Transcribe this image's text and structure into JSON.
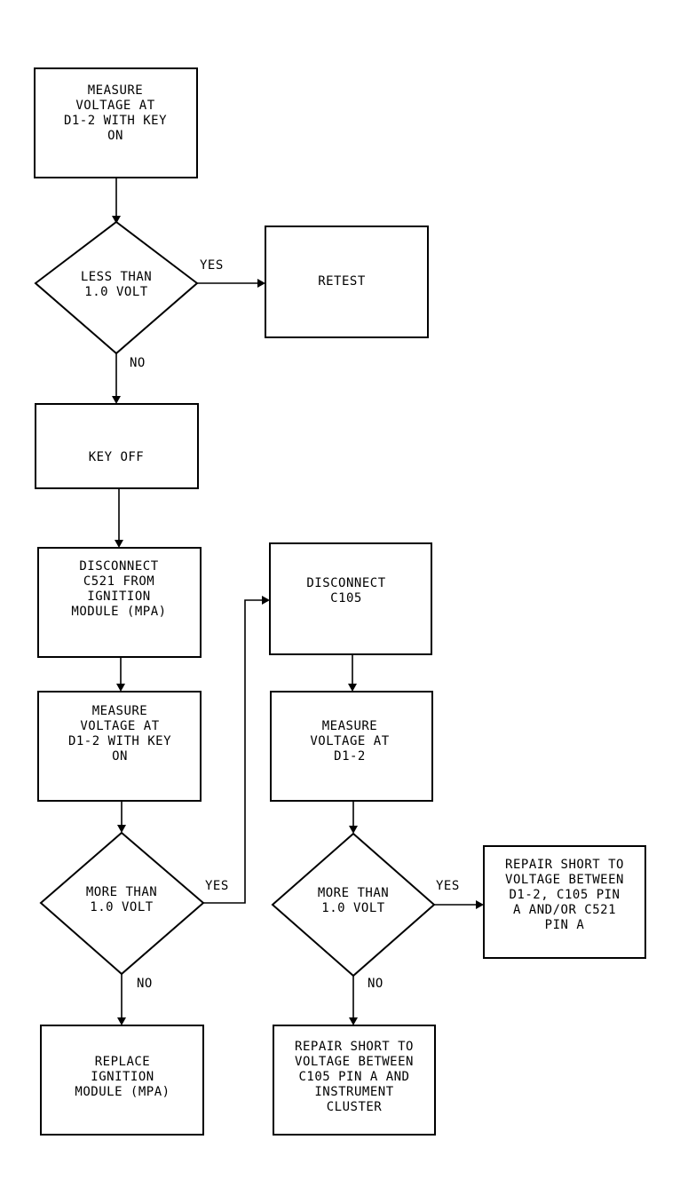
{
  "nodes": {
    "measure1": [
      "MEASURE",
      "VOLTAGE AT",
      "D1-2 WITH KEY",
      "ON"
    ],
    "decision1": [
      "LESS THAN",
      "1.0 VOLT"
    ],
    "retest": [
      "RETEST"
    ],
    "keyoff": [
      "KEY OFF"
    ],
    "disconnect_c521": [
      "DISCONNECT",
      "C521 FROM",
      "IGNITION",
      "MODULE (MPA)"
    ],
    "measure2": [
      "MEASURE",
      "VOLTAGE AT",
      "D1-2 WITH KEY",
      "ON"
    ],
    "decision2": [
      "MORE THAN",
      "1.0 VOLT"
    ],
    "replace_module": [
      "REPLACE",
      "IGNITION",
      "MODULE (MPA)"
    ],
    "disconnect_c105": [
      "DISCONNECT",
      "C105"
    ],
    "measure3": [
      "MEASURE",
      "VOLTAGE AT",
      "D1-2"
    ],
    "decision3": [
      "MORE THAN",
      "1.0 VOLT"
    ],
    "repair_a": [
      "REPAIR SHORT TO",
      "VOLTAGE BETWEEN",
      "D1-2, C105 PIN",
      "A AND/OR C521",
      "PIN A"
    ],
    "repair_b": [
      "REPAIR SHORT TO",
      "VOLTAGE BETWEEN",
      "C105 PIN A AND",
      "INSTRUMENT",
      "CLUSTER"
    ]
  },
  "edge_labels": {
    "d1_yes": "YES",
    "d1_no": "NO",
    "d2_yes": "YES",
    "d2_no": "NO",
    "d3_yes": "YES",
    "d3_no": "NO"
  }
}
